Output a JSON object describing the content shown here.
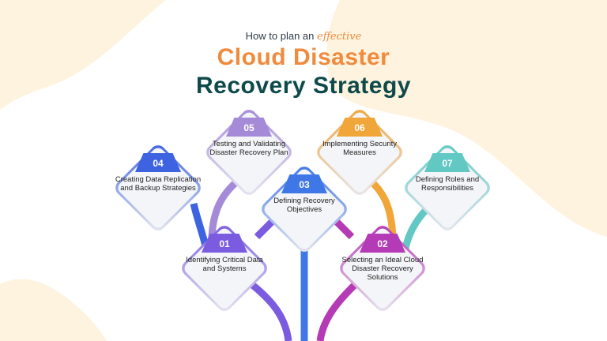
{
  "header": {
    "pre": "How to plan an",
    "accent": "effective",
    "title_line1": "Cloud Disaster",
    "title_line2": "Recovery Strategy"
  },
  "steps": [
    {
      "num": "01",
      "label": "Identifying Critical Data and Systems",
      "color": "#7b5ce0"
    },
    {
      "num": "02",
      "label": "Selecting an Ideal Cloud Disaster Recovery Solutions",
      "color": "#b53ab5"
    },
    {
      "num": "03",
      "label": "Defining Recovery Objectives",
      "color": "#3f78e6"
    },
    {
      "num": "04",
      "label": "Creating Data Replication and Backup Strategies",
      "color": "#3e63e0"
    },
    {
      "num": "05",
      "label": "Testing and Validating Disaster Recovery Plan",
      "color": "#a58ad8"
    },
    {
      "num": "06",
      "label": "Implementing Security Measures",
      "color": "#f1a63a"
    },
    {
      "num": "07",
      "label": "Defining Roles and Responsibilities",
      "color": "#62c8c3"
    }
  ],
  "colors": {
    "orange": "#f08a3c",
    "dark_teal": "#0f4a4a",
    "blob": "#fdf3de"
  }
}
